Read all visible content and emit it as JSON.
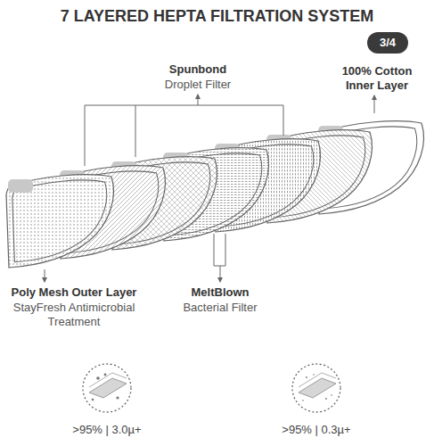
{
  "diagram": {
    "title": "7 LAYERED HEPTA FILTRATION SYSTEM",
    "nodes": [
      {
        "text": [
          "3/4"
        ]
      },
      {
        "text": [
          ">95% | 3.0µ+"
        ]
      },
      {
        "text": [
          ">95% | 0.3µ+"
        ]
      }
    ],
    "labels": [
      "Spunbond",
      "Droplet Filter",
      "100% Cotton Inner Layer",
      "Poly Mesh Outer Layer",
      "StayFresh Antimicrobial Treatment",
      "MeltBlown",
      "Bacterial Filter"
    ]
  }
}
